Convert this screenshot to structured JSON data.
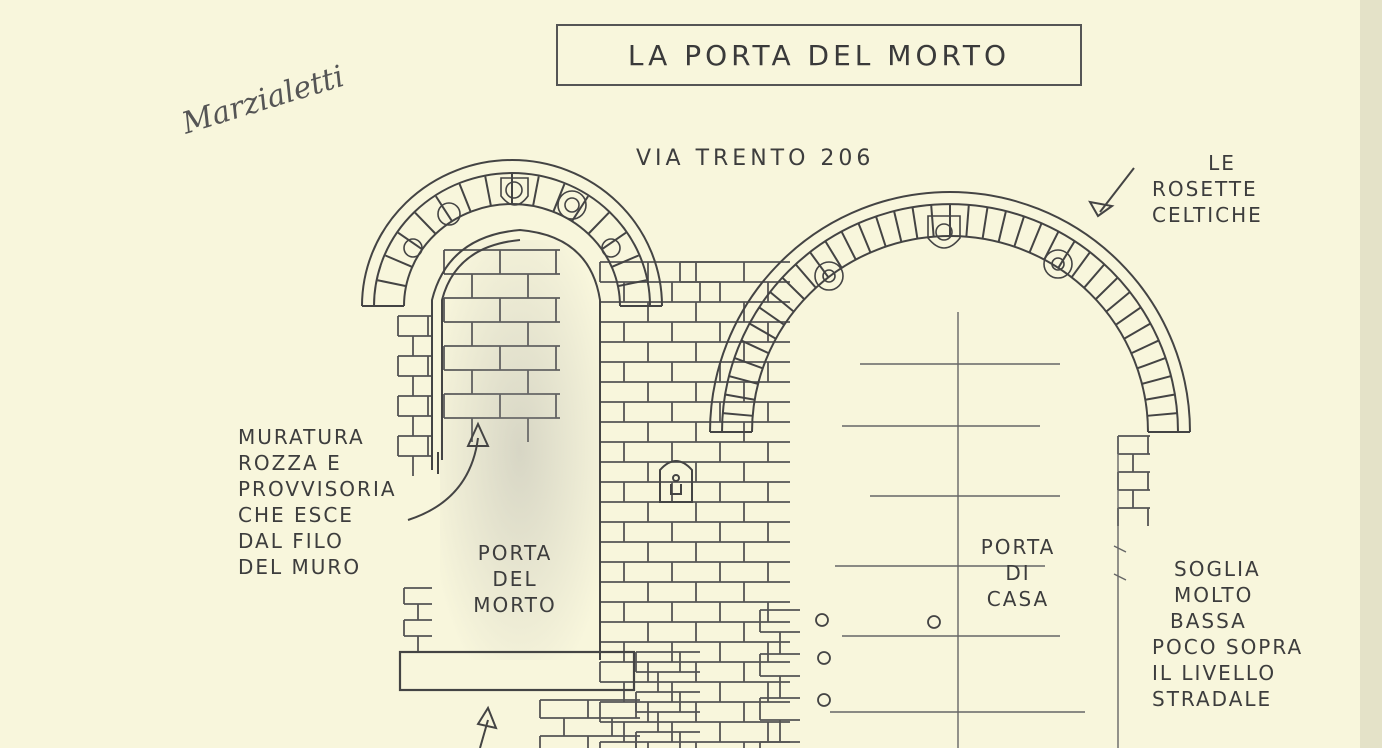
{
  "title": "LA PORTA DEL MORTO",
  "signature": "Marzialetti",
  "address": "VIA TRENTO 206",
  "labels": {
    "rosette": [
      "LE",
      "ROSETTE",
      "CELTICHE"
    ],
    "muratura": [
      "MURATURA",
      "ROZZA E",
      "PROVVISORIA",
      "CHE ESCE",
      "DAL FILO",
      "DEL MURO"
    ],
    "porta_morto": [
      "PORTA",
      "DEL",
      "MORTO"
    ],
    "porta_casa": [
      "PORTA",
      "DI",
      "CASA"
    ],
    "soglia": [
      "SOGLIA",
      "MOLTO",
      "BASSA",
      "POCO SOPRA",
      "IL LIVELLO",
      "STRADALE"
    ]
  },
  "colors": {
    "paper": "#f8f6dc",
    "pencil": "#4a4a4a"
  }
}
